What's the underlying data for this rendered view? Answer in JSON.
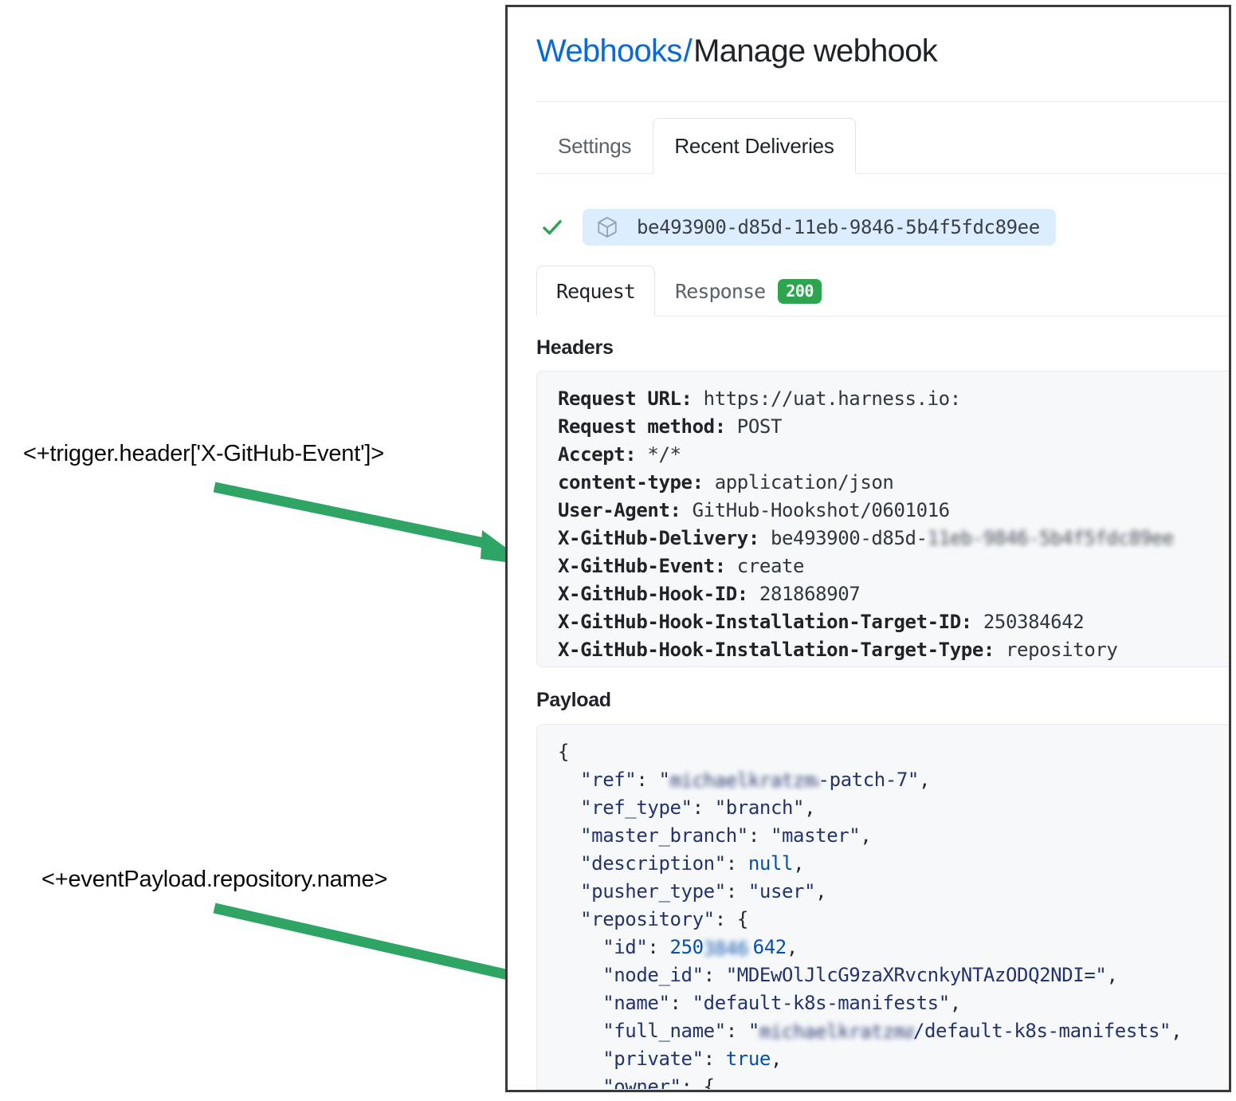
{
  "annotations": [
    {
      "id": "trigger-header",
      "text": "<+trigger.header['X-GitHub-Event']>",
      "arrow_color": "#2ea465"
    },
    {
      "id": "event-payload",
      "text": "<+eventPayload.repository.name>",
      "arrow_color": "#2ea465"
    }
  ],
  "panel": {
    "breadcrumb": {
      "link": "Webhooks",
      "separator": "/",
      "current": "Manage webhook"
    },
    "outer_tabs": [
      {
        "label": "Settings",
        "active": false
      },
      {
        "label": "Recent Deliveries",
        "active": true
      }
    ],
    "delivery": {
      "status_icon": "check-icon",
      "package_icon": "cube-icon",
      "id": "be493900-d85d-11eb-9846-5b4f5fdc89ee",
      "pill_color": "#dbedff",
      "check_color": "#2da44e"
    },
    "inner_tabs": [
      {
        "label": "Request",
        "active": true
      },
      {
        "label": "Response",
        "active": false
      }
    ],
    "status_badge": {
      "label": "200",
      "color": "#2da44e"
    },
    "headers_section": {
      "title": "Headers",
      "lines": [
        {
          "key": "Request URL:",
          "value": " https://uat.harness.io:"
        },
        {
          "key": "Request method:",
          "value": " POST"
        },
        {
          "key": "Accept:",
          "value": " */*"
        },
        {
          "key": "content-type:",
          "value": " application/json"
        },
        {
          "key": "User-Agent:",
          "value": " GitHub-Hookshot/0601016"
        },
        {
          "key": "X-GitHub-Delivery:",
          "value": " be493900-d85d-",
          "redacted_suffix": "11eb-9846-5b4f5fdc89ee",
          "redacted": true
        },
        {
          "key": "X-GitHub-Event:",
          "value": " create"
        },
        {
          "key": "X-GitHub-Hook-ID:",
          "value": " 281868907"
        },
        {
          "key": "X-GitHub-Hook-Installation-Target-ID:",
          "value": " 250384642"
        },
        {
          "key": "X-GitHub-Hook-Installation-Target-Type:",
          "value": " repository"
        }
      ]
    },
    "payload_section": {
      "title": "Payload",
      "lines": [
        {
          "indent": 0,
          "raw": "{"
        },
        {
          "indent": 1,
          "key": "\"ref\"",
          "redacted_value_prefix": "michaelkratzman",
          "value_suffix": "-patch-7",
          "quoted": true,
          "comma": true
        },
        {
          "indent": 1,
          "key": "\"ref_type\"",
          "value": "\"branch\"",
          "type": "string",
          "comma": true
        },
        {
          "indent": 1,
          "key": "\"master_branch\"",
          "value": "\"master\"",
          "type": "string",
          "comma": true
        },
        {
          "indent": 1,
          "key": "\"description\"",
          "value": "null",
          "type": "literal",
          "comma": true
        },
        {
          "indent": 1,
          "key": "\"pusher_type\"",
          "value": "\"user\"",
          "type": "string",
          "comma": true
        },
        {
          "indent": 1,
          "key": "\"repository\"",
          "value": "{",
          "type": "open",
          "comma": false
        },
        {
          "indent": 2,
          "key": "\"id\"",
          "value_prefix": "250",
          "redacted_mid": "3846",
          "value_suffix": "642",
          "type": "number",
          "comma": true
        },
        {
          "indent": 2,
          "key": "\"node_id\"",
          "value": "\"MDEwOlJlcG9zaXRvcnkyNTAzODQ2NDI=\"",
          "type": "string",
          "comma": true
        },
        {
          "indent": 2,
          "key": "\"name\"",
          "value": "\"default-k8s-manifests\"",
          "type": "string",
          "comma": true
        },
        {
          "indent": 2,
          "key": "\"full_name\"",
          "redacted_value_prefix": "michaelkratzman",
          "value_suffix": "/default-k8s-manifests",
          "quoted": true,
          "comma": true
        },
        {
          "indent": 2,
          "key": "\"private\"",
          "value": "true",
          "type": "literal",
          "comma": true
        },
        {
          "indent": 2,
          "key": "\"owner\"",
          "value": "{",
          "type": "open",
          "comma": false
        }
      ]
    }
  }
}
